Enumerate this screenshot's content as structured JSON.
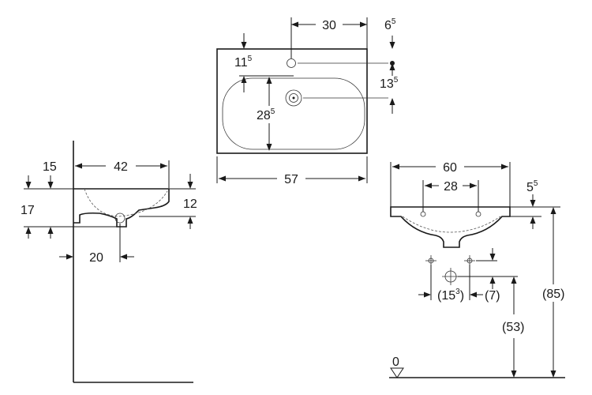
{
  "top_view": {
    "width": "57",
    "tap_offset": "30",
    "edge_offset": {
      "base": "6",
      "sup": "5"
    },
    "tap_depth": {
      "base": "11",
      "sup": "5"
    },
    "tap_gap": {
      "base": "13",
      "sup": "5"
    },
    "bowl_depth": {
      "base": "28",
      "sup": "5"
    }
  },
  "side_view": {
    "depth": "42",
    "rim": "15",
    "bowl": "17",
    "rim_thickness": "12",
    "drain_offset": "20"
  },
  "front_view": {
    "width": "60",
    "holes": "28",
    "rim": {
      "base": "5",
      "sup": "5"
    },
    "height": "(85)",
    "drain_height": "(53)",
    "drain_spacing": {
      "pre": "(15",
      "sup": "3",
      "post": ")"
    },
    "drain_offset": "(7)",
    "floor": "0"
  }
}
